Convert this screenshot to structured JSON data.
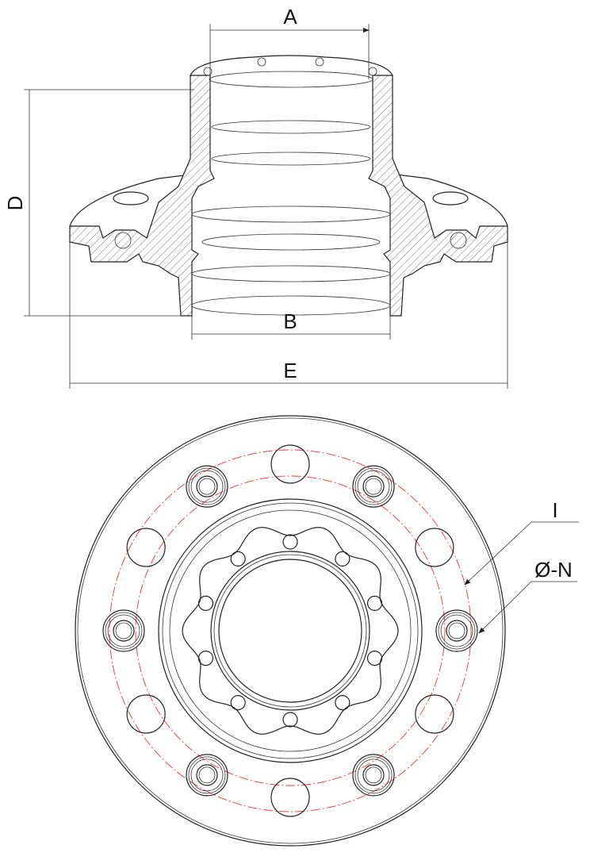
{
  "dimensions": {
    "a": "A",
    "b": "B",
    "d": "D",
    "e": "E",
    "i": "I",
    "n": "Ø-N"
  },
  "colors": {
    "line": "#222222",
    "center_line": "#ee3333"
  }
}
